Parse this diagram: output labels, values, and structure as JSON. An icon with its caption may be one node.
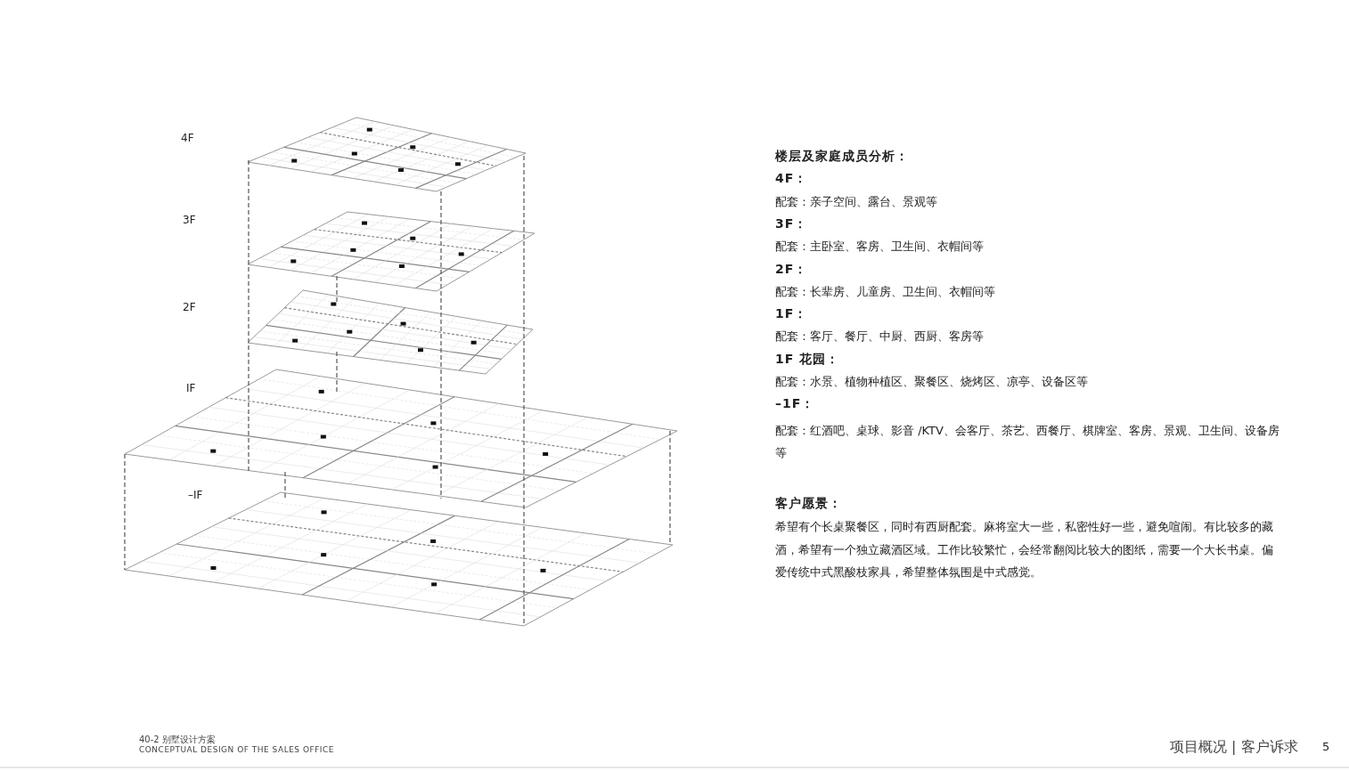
{
  "diagram": {
    "labels": [
      "4F",
      "3F",
      "2F",
      "IF",
      "–IF",
      "楼层及家庭成员分析：",
      "4F：",
      "配套：亲子空间、露台、景观等",
      "3F：",
      "配套：主卧室、客房、卫生间、衣帽间等",
      "2F：",
      "配套：长辈房、儿童房、卫生间、衣帽间等",
      "1F：",
      "配套：客厅、餐厅、中厨、西厨、客房等",
      "1F 花园：",
      "配套：水景、植物种植区、聚餐区、烧烤区、凉亭、设备区等",
      "–1F：",
      "配套：红酒吧、桌球、影音 /KTV、会客厅、茶艺、西餐厅、棋牌室、客房、景观、卫生间、设备房等",
      "客户愿景：",
      "希望有个长桌聚餐区，同时有西厨配套。麻将室大一些，私密性好一些，避免喧闹。有比较多的藏酒，希望有一个独立藏酒区域。工作比较繁忙，会经常翻阅比较大的图纸，需要一个大长书桌。偏爱传统中式黑酸枝家具，希望整体氛围是中式感觉。",
      "40-2 别墅设计方案",
      "CONCEPTUAL DESIGN OF THE SALES OFFICE",
      "项目概况 | 客户诉求",
      "5"
    ]
  }
}
